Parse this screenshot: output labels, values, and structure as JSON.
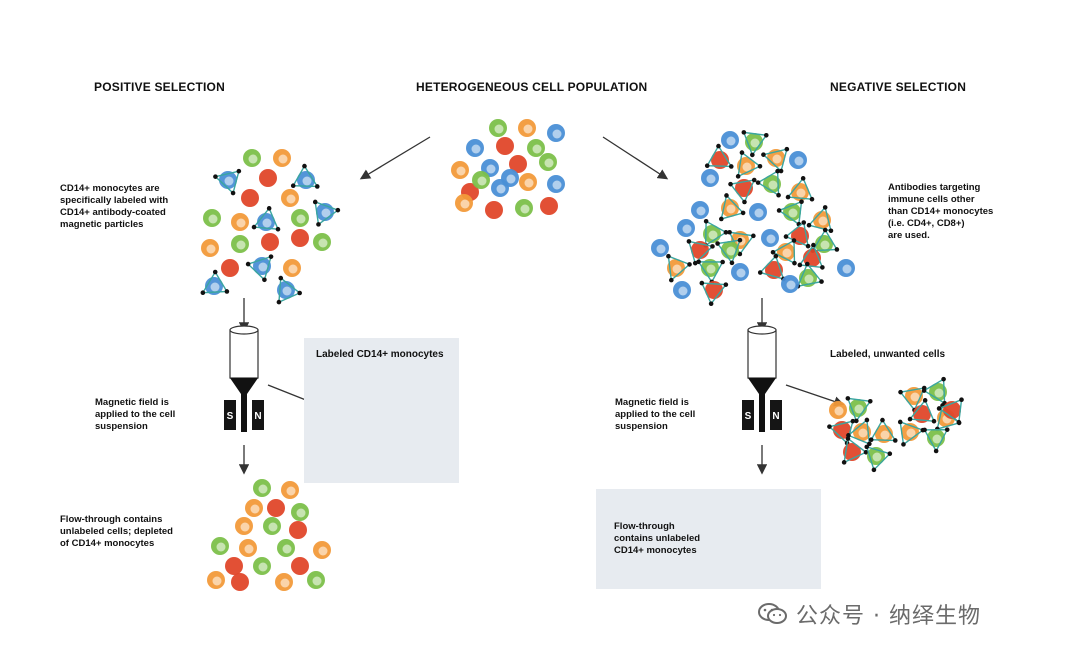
{
  "headers": {
    "positive": "POSITIVE SELECTION",
    "center": "HETEROGENEOUS CELL POPULATION",
    "negative": "NEGATIVE SELECTION"
  },
  "captions": {
    "positive_labeling": "CD14+ monocytes are\nspecifically labeled with\nCD14+ antibody-coated\nmagnetic particles",
    "positive_magnetic": "Magnetic field is\napplied to the cell\nsuspension",
    "positive_flowthrough": "Flow-through contains\nunlabeled cells; depleted\nof CD14+ monocytes",
    "negative_antibodies": "Antibodies targeting\nimmune cells other\nthan CD14+ monocytes\n(i.e. CD4+, CD8+)\nare used.",
    "negative_magnetic": "Magnetic field is\napplied to the cell\nsuspension",
    "negative_flowthrough": "Flow-through\ncontains unlabeled\nCD14+ monocytes"
  },
  "panels": {
    "positive_retained": "Labeled CD14+ monocytes",
    "negative_retained": "Labeled, unwanted cells"
  },
  "magnet": {
    "south": "S",
    "north": "N"
  },
  "watermark": "公众号 · 纳绎生物",
  "colors": {
    "monocyte_blue": "#4a8fd6",
    "cell_green": "#7cc04a",
    "cell_orange": "#f29a3a",
    "cell_red": "#e0472a",
    "antibody_triangle": "#3aa6a0",
    "bead_black": "#111111",
    "panel_bg": "#e7ebf0"
  }
}
